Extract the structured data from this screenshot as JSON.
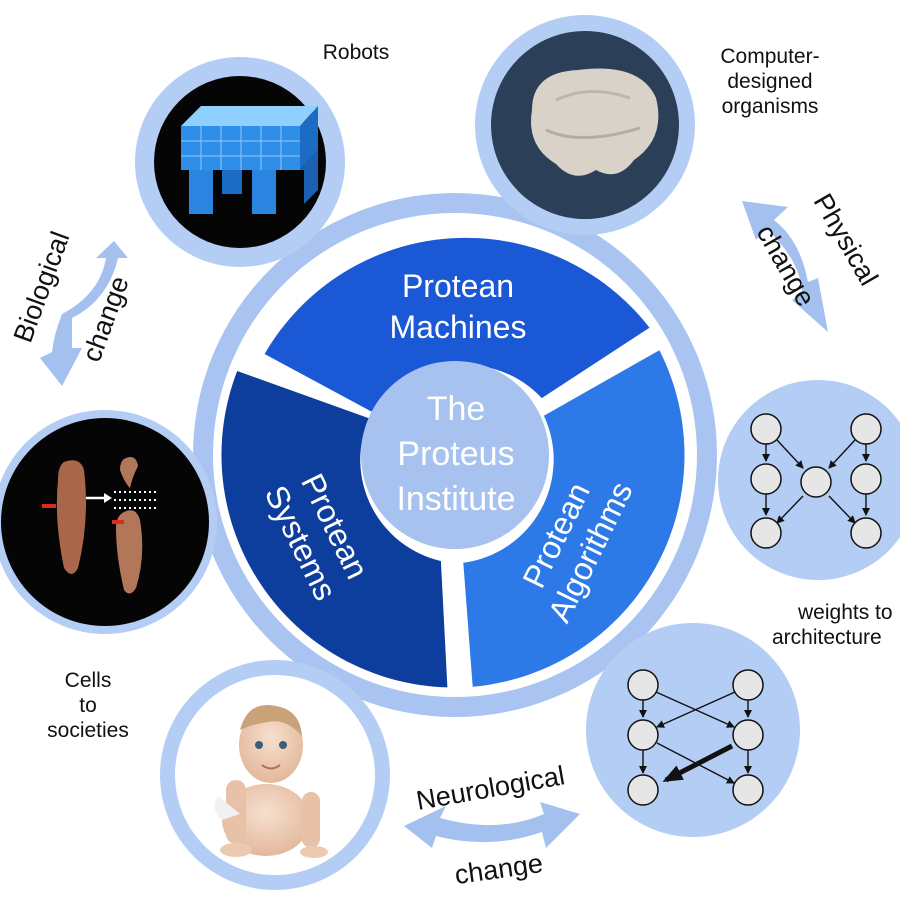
{
  "center": {
    "line1": "The",
    "line2": "Proteus",
    "line3": "Institute"
  },
  "segments": {
    "machines": {
      "line1": "Protean",
      "line2": "Machines"
    },
    "systems": {
      "line1": "Protean",
      "line2": "Systems"
    },
    "algorithms": {
      "line1": "Protean",
      "line2": "Algorithms"
    }
  },
  "satellites": {
    "robots": {
      "label": "Robots"
    },
    "organisms": {
      "line1": "Computer-",
      "line2": "designed",
      "line3": "organisms"
    },
    "cells": {
      "line1": "Cells",
      "line2": "to",
      "line3": "societies"
    },
    "architecture": {
      "line1": "weights to",
      "line2": "architecture"
    }
  },
  "changes": {
    "biological": {
      "line1": "Biological",
      "line2": "change"
    },
    "physical": {
      "line1": "Physical",
      "line2": "change"
    },
    "neurological": {
      "line1": "Neurological",
      "line2": "change"
    }
  },
  "colors": {
    "ring_light": "#a9c4f0",
    "satellite_fill": "#b4cdf5",
    "machines": "#1a58d6",
    "systems": "#0d3e9e",
    "algorithms": "#2d79e8",
    "center": "#a7c2ee",
    "arrow": "#a3c0ef"
  }
}
